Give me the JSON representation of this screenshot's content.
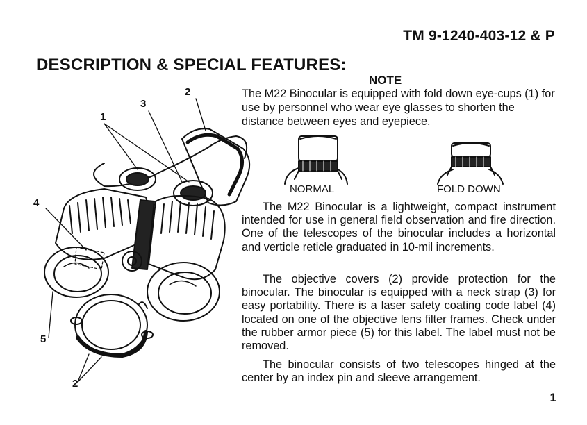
{
  "header": {
    "tm_number": "TM 9-1240-403-12 & P",
    "page_title": "DESCRIPTION & SPECIAL FEATURES:"
  },
  "note": {
    "heading": "NOTE",
    "text": "The M22 Binocular is equipped with fold down eye-cups (1) for use by personnel who wear eye glasses to shorten the distance between eyes and eyepiece."
  },
  "eyecup_figures": {
    "normal_label": "NORMAL",
    "fold_down_label": "FOLD DOWN"
  },
  "callouts": {
    "c1": "1",
    "c2_top": "2",
    "c3": "3",
    "c4": "4",
    "c5": "5",
    "c2_bottom": "2"
  },
  "body": {
    "p1": "The M22 Binocular is a lightweight, compact instrument intended for use in general field observation and fire direction. One of the telescopes of the binocular includes a horizontal and verticle reticle graduated in 10-mil increments.",
    "p2": "The objective covers (2) provide protection for the binocular. The binocular is equipped with a neck strap (3) for easy portability. There is a laser safety coating code label (4) located on one of the objective lens filter frames. Check under the rubber armor piece (5) for this label. The label must not be removed.",
    "p3": "The binocular consists of two telescopes hinged at the center by an index pin and sleeve arrangement."
  },
  "footer": {
    "page_number": "1"
  }
}
